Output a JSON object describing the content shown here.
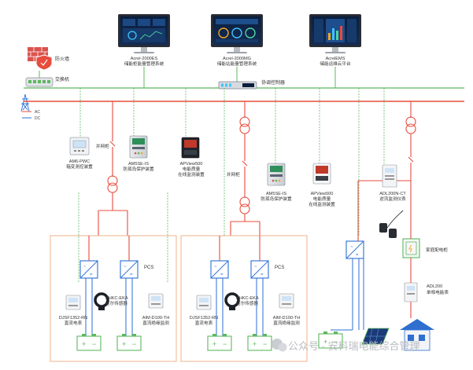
{
  "monitors": [
    {
      "name": "Acrel-2000ES",
      "desc": "储能柜能量管理系统"
    },
    {
      "name": "Acrel-2000MG",
      "desc": "储能站能量管理系统"
    },
    {
      "name": "AcrelEMS",
      "desc": "储能运维云平台"
    }
  ],
  "network": {
    "firewall": "防火墙",
    "switch": "交换机",
    "coordinator": "协调控制器"
  },
  "bus_legend": {
    "ac": "AC",
    "dc": "DC"
  },
  "colors": {
    "ac": "#e74c3c",
    "dc": "#2b6fd6",
    "comm": "#5cb85c",
    "frame": "#f0b08a",
    "device": "#3a5fa8"
  },
  "left_branch": {
    "am6_model": "AM6-PWC",
    "am6_desc": "箱变测控装置",
    "jbg": "并网柜",
    "am5se_model": "AM5SE-IS",
    "am5se_desc": "防孤岛保护装置",
    "apview_model": "APView500",
    "apview_desc1": "电能质量",
    "apview_desc2": "在线监测装置"
  },
  "mid_branch": {
    "jbg": "并网柜",
    "am5se_model": "AM5SE-IS",
    "am5se_desc": "防孤岛保护装置",
    "apview_model": "APView500",
    "apview_desc1": "电能质量",
    "apview_desc2": "在线监测装置"
  },
  "cabinet": {
    "pcs": "PCS",
    "meter_model": "DJSF1352-RN",
    "meter_desc": "直流电表",
    "hall_model": "AHKC-EKA",
    "hall_desc": "霍尔传感器",
    "aim_model": "AIM-D100-TH",
    "aim_desc": "直流绝缘监测"
  },
  "right_branch": {
    "adl200n_model": "ADL200N-CT",
    "adl200n_desc": "逆流监测仪表",
    "home_panel": "家庭配电柜",
    "adl200_model": "ADL200",
    "adl200_desc": "单相电能表"
  },
  "watermark": "公众号 · 安科瑞电能综合管理"
}
